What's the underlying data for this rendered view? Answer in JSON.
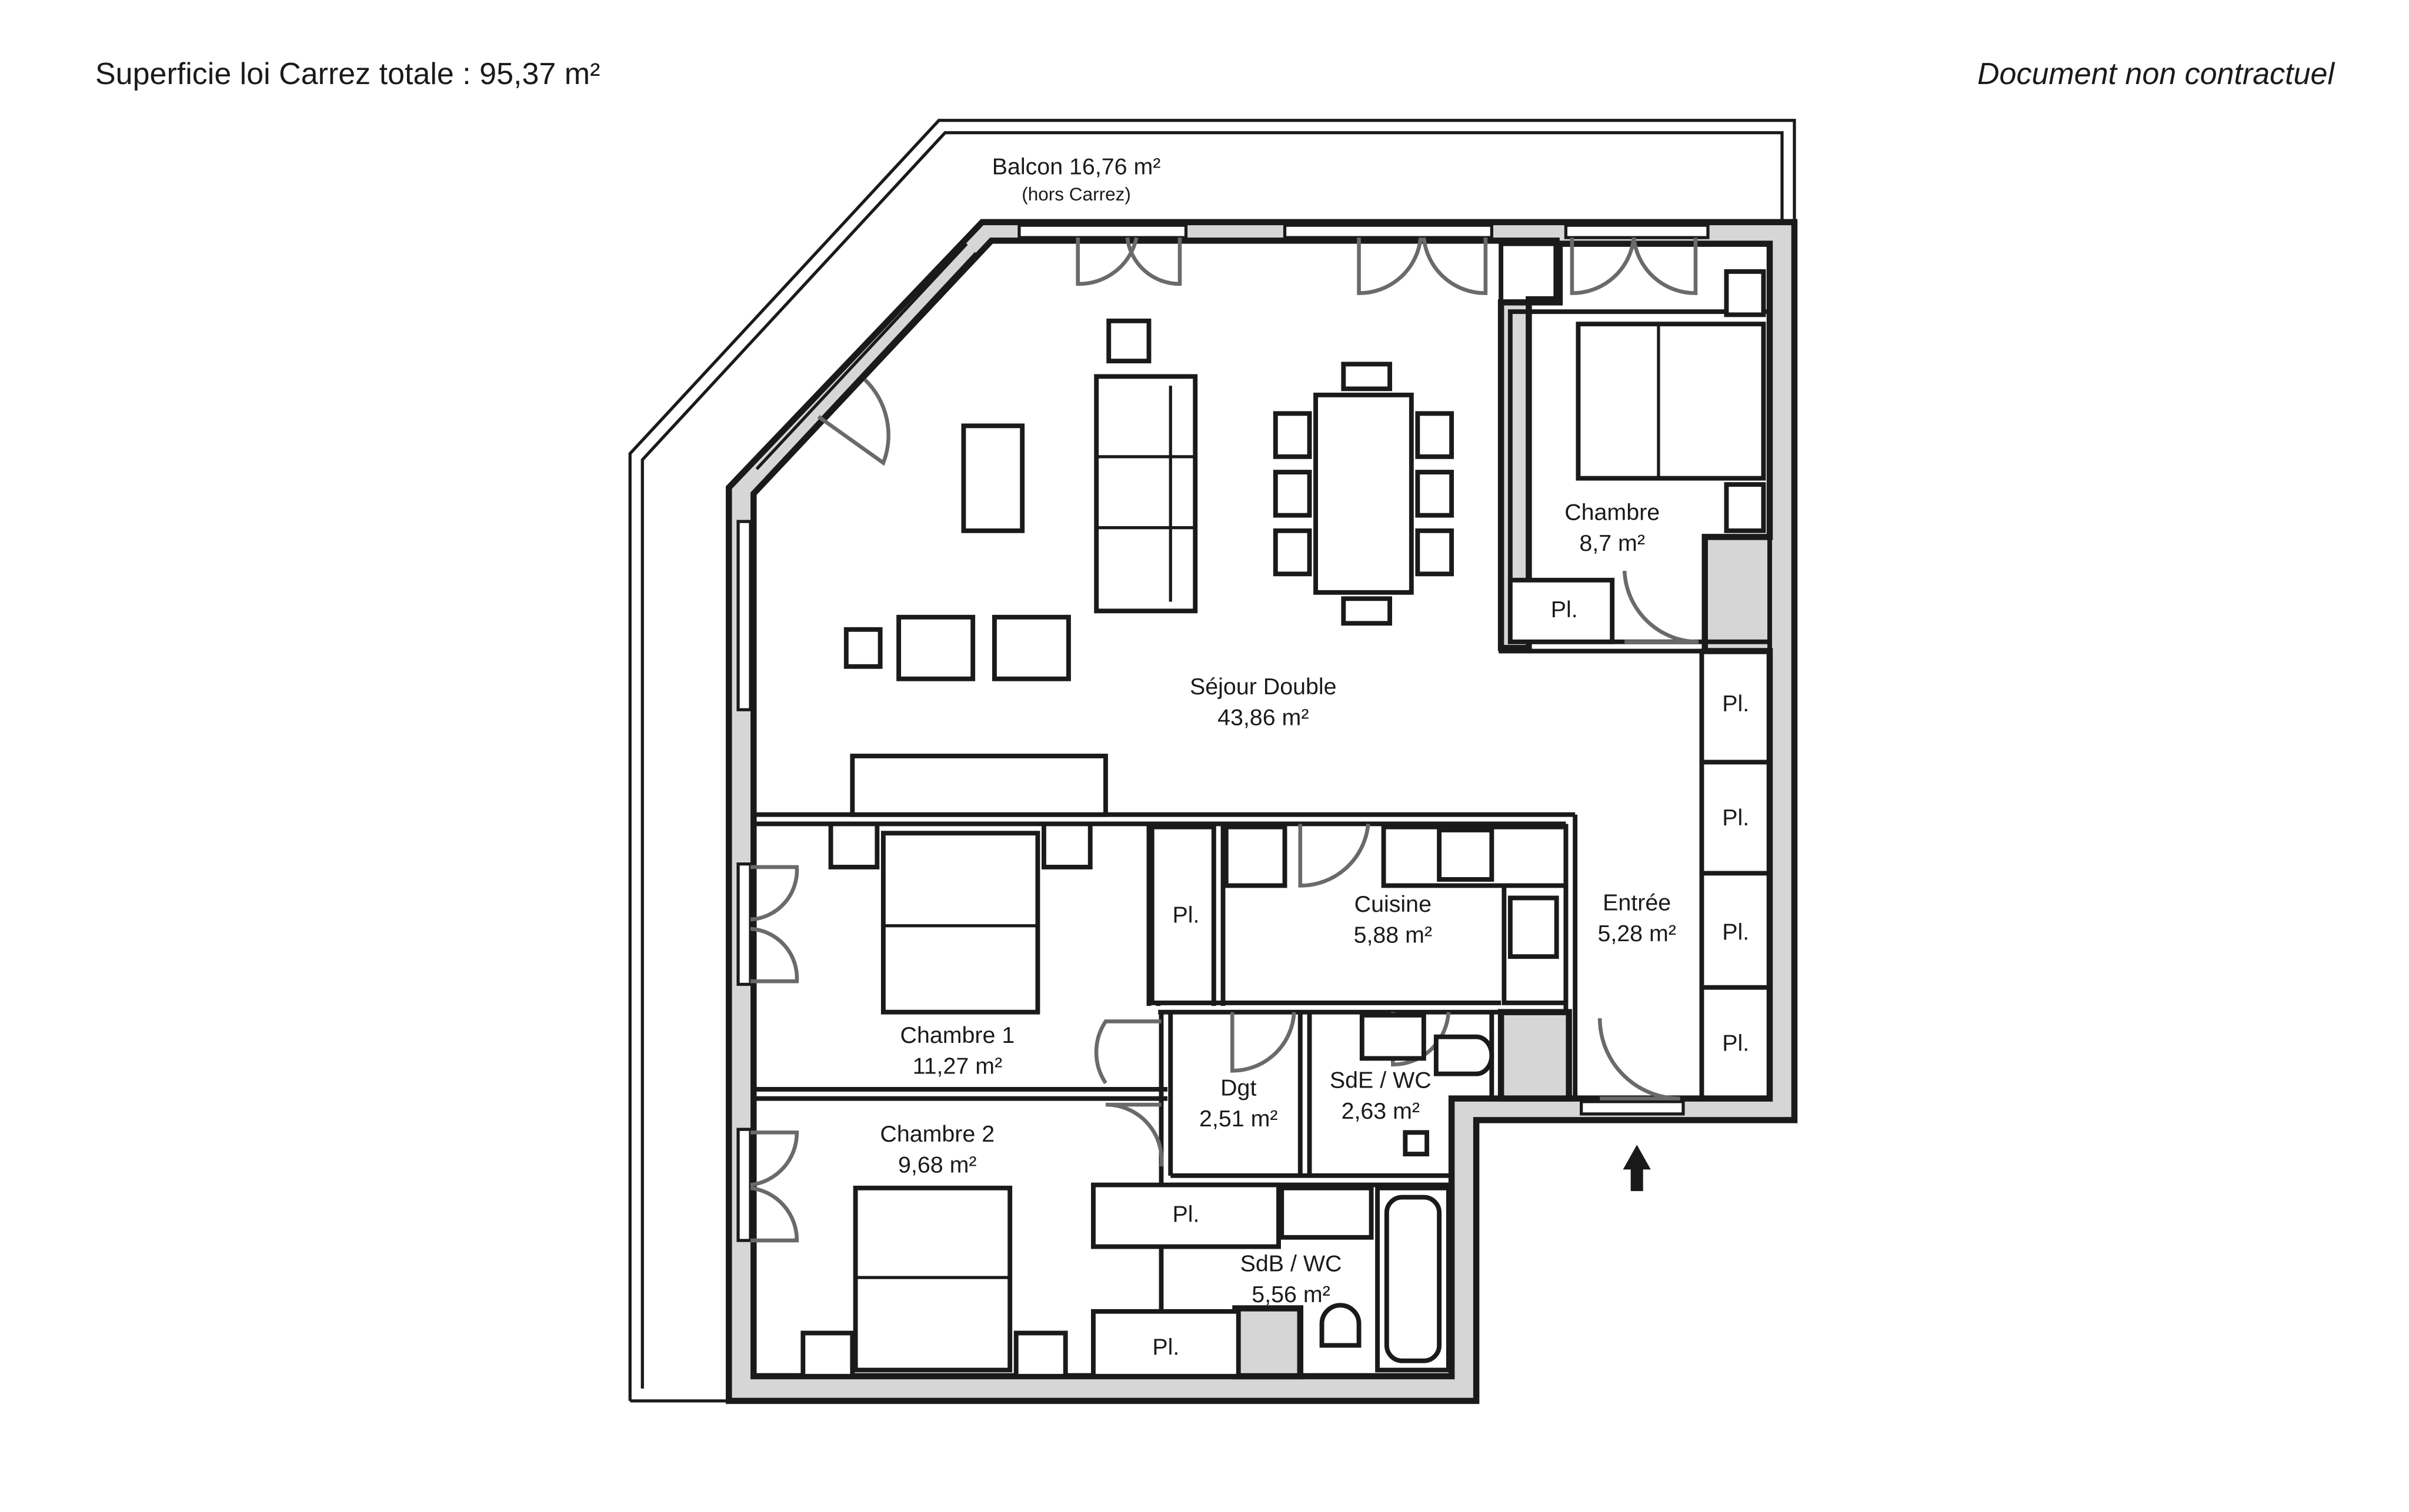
{
  "header": {
    "total_area": "Superficie loi Carrez totale : 95,37 m²",
    "disclaimer": "Document non contractuel"
  },
  "rooms": {
    "balcon": {
      "name": "Balcon 16,76 m²",
      "note": "(hors Carrez)"
    },
    "sejour": {
      "name": "Séjour Double",
      "area": "43,86 m²"
    },
    "chambre": {
      "name": "Chambre",
      "area": "8,7 m²"
    },
    "chambre1": {
      "name": "Chambre 1",
      "area": "11,27 m²"
    },
    "chambre2": {
      "name": "Chambre 2",
      "area": "9,68 m²"
    },
    "cuisine": {
      "name": "Cuisine",
      "area": "5,88 m²"
    },
    "entree": {
      "name": "Entrée",
      "area": "5,28 m²"
    },
    "dgt": {
      "name": "Dgt",
      "area": "2,51 m²"
    },
    "sde": {
      "name": "SdE / WC",
      "area": "2,63 m²"
    },
    "sdb": {
      "name": "SdB / WC",
      "area": "5,56 m²"
    }
  },
  "storage_label": "Pl.",
  "icons": [
    "entrance-arrow-icon",
    "door-swing-icon",
    "bed-icon",
    "sofa-icon",
    "table-icon",
    "bathtub-icon",
    "toilet-icon",
    "sink-icon",
    "cooktop-icon"
  ],
  "colors": {
    "wall": "#d6d6d6",
    "line": "#1a1a1a",
    "background": "#ffffff"
  }
}
